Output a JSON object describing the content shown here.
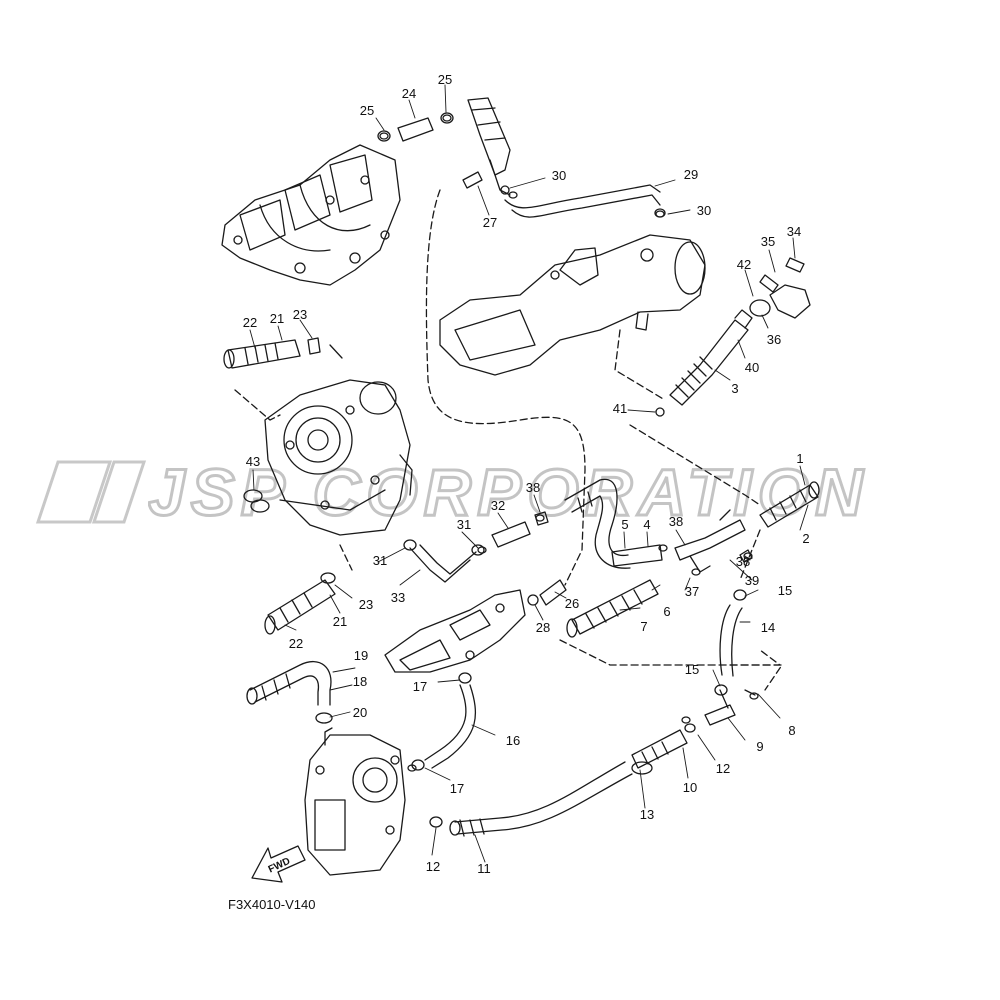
{
  "watermark": {
    "text": "JSP CORPORATION"
  },
  "drawing_code": "F3X4010-V140",
  "fwd_label": "FWD",
  "callouts": [
    {
      "id": "c1",
      "label": "1"
    },
    {
      "id": "c2",
      "label": "2"
    },
    {
      "id": "c3",
      "label": "3"
    },
    {
      "id": "c4",
      "label": "4"
    },
    {
      "id": "c5",
      "label": "5"
    },
    {
      "id": "c6",
      "label": "6"
    },
    {
      "id": "c7",
      "label": "7"
    },
    {
      "id": "c8",
      "label": "8"
    },
    {
      "id": "c9",
      "label": "9"
    },
    {
      "id": "c10",
      "label": "10"
    },
    {
      "id": "c11",
      "label": "11"
    },
    {
      "id": "c12a",
      "label": "12"
    },
    {
      "id": "c12b",
      "label": "12"
    },
    {
      "id": "c13",
      "label": "13"
    },
    {
      "id": "c14",
      "label": "14"
    },
    {
      "id": "c15a",
      "label": "15"
    },
    {
      "id": "c15b",
      "label": "15"
    },
    {
      "id": "c16",
      "label": "16"
    },
    {
      "id": "c17a",
      "label": "17"
    },
    {
      "id": "c17b",
      "label": "17"
    },
    {
      "id": "c18",
      "label": "18"
    },
    {
      "id": "c19",
      "label": "19"
    },
    {
      "id": "c20",
      "label": "20"
    },
    {
      "id": "c21a",
      "label": "21"
    },
    {
      "id": "c21b",
      "label": "21"
    },
    {
      "id": "c22a",
      "label": "22"
    },
    {
      "id": "c22b",
      "label": "22"
    },
    {
      "id": "c23a",
      "label": "23"
    },
    {
      "id": "c23b",
      "label": "23"
    },
    {
      "id": "c24",
      "label": "24"
    },
    {
      "id": "c25a",
      "label": "25"
    },
    {
      "id": "c25b",
      "label": "25"
    },
    {
      "id": "c26",
      "label": "26"
    },
    {
      "id": "c27",
      "label": "27"
    },
    {
      "id": "c28",
      "label": "28"
    },
    {
      "id": "c29",
      "label": "29"
    },
    {
      "id": "c30a",
      "label": "30"
    },
    {
      "id": "c30b",
      "label": "30"
    },
    {
      "id": "c31a",
      "label": "31"
    },
    {
      "id": "c31b",
      "label": "31"
    },
    {
      "id": "c32",
      "label": "32"
    },
    {
      "id": "c33",
      "label": "33"
    },
    {
      "id": "c34",
      "label": "34"
    },
    {
      "id": "c35",
      "label": "35"
    },
    {
      "id": "c36",
      "label": "36"
    },
    {
      "id": "c37",
      "label": "37"
    },
    {
      "id": "c38a",
      "label": "38"
    },
    {
      "id": "c38b",
      "label": "38"
    },
    {
      "id": "c38c",
      "label": "38"
    },
    {
      "id": "c39",
      "label": "39"
    },
    {
      "id": "c40",
      "label": "40"
    },
    {
      "id": "c41",
      "label": "41"
    },
    {
      "id": "c42",
      "label": "42"
    },
    {
      "id": "c43",
      "label": "43"
    }
  ]
}
